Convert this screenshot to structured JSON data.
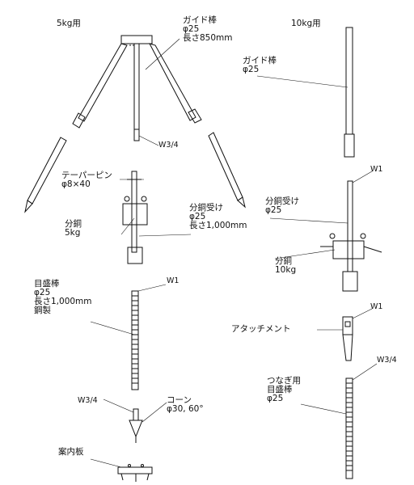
{
  "headers": {
    "left": "5kg用",
    "right": "10kg用"
  },
  "labels": {
    "guide_rod_5kg": [
      "ガイド棒",
      "φ25",
      "長さ850mm"
    ],
    "w34_top": "W3/4",
    "taper_pin": [
      "テーパーピン",
      "φ8×40"
    ],
    "weight_receiver_5kg": [
      "分銅受け",
      "φ25",
      "長さ1,000mm"
    ],
    "weight_5kg": [
      "分銅",
      "5kg"
    ],
    "scale_rod": [
      "目盛棒",
      "φ25",
      "長さ1,000mm",
      "鋼製"
    ],
    "w1_scale": "W1",
    "w34_cone": "W3/4",
    "cone": [
      "コーン",
      "φ30, 60°"
    ],
    "guide_plate": "案内板",
    "guide_rod_10kg": [
      "ガイド棒",
      "φ25"
    ],
    "w1_10kg": "W1",
    "weight_receiver_10kg": [
      "分銅受け",
      "φ25"
    ],
    "weight_10kg": [
      "分銅",
      "10kg"
    ],
    "w1_attach": "W1",
    "attachment": "アタッチメント",
    "w34_joint": "W3/4",
    "joint_scale_rod": [
      "つなぎ用",
      "目盛棒",
      "φ25"
    ]
  }
}
